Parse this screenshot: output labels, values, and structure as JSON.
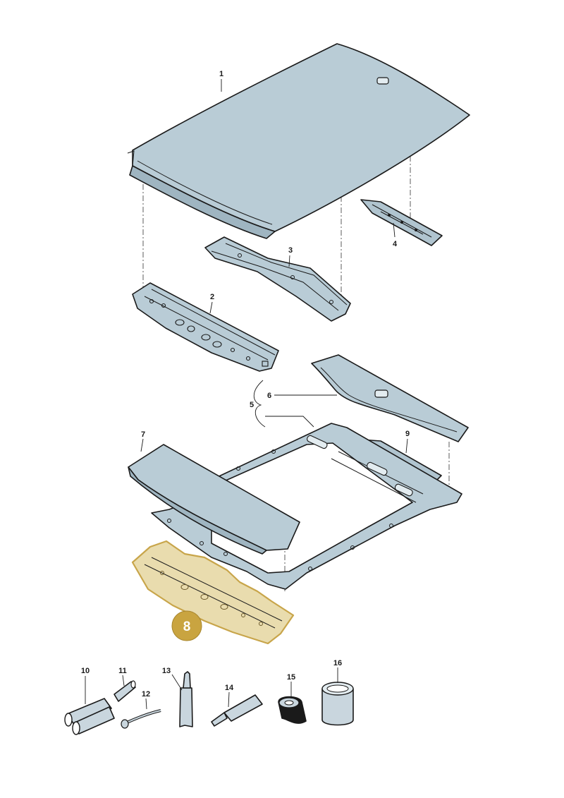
{
  "diagram": {
    "labels": {
      "p1": "1",
      "p2": "2",
      "p3": "3",
      "p4": "4",
      "p5": "5",
      "p6": "6",
      "p7": "7",
      "p8": "8",
      "p9": "9",
      "p10": "10",
      "p11": "11",
      "p12": "12",
      "p13": "13",
      "p14": "14",
      "p15": "15",
      "p16": "16"
    },
    "highlighted_part": "8",
    "colors": {
      "panel": "#b9ccd6",
      "panel_dark": "#9fb5c1",
      "highlight_fill": "#e9dcae",
      "highlight_outline": "#c8a54a",
      "badge": "#c9a440"
    }
  }
}
